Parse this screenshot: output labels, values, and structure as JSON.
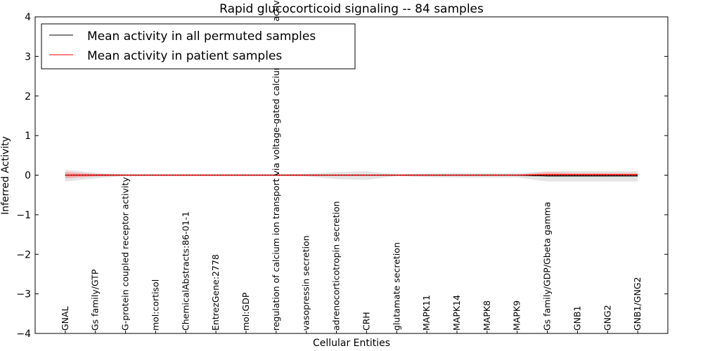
{
  "chart_data": {
    "type": "line",
    "title": "Rapid glucocorticoid signaling -- 84 samples",
    "xlabel": "Cellular Entities",
    "ylabel": "Inferred Activity",
    "ylim": [
      -4,
      4
    ],
    "xlim": [
      -1,
      20
    ],
    "yticks": [
      "4",
      "3",
      "2",
      "1",
      "0",
      "−1",
      "−2",
      "−3",
      "−4"
    ],
    "grid": false,
    "legend_position": "top-left",
    "categories": [
      "GNAL",
      "Gs family/GTP",
      "G-protein coupled receptor activity",
      "mol:cortisol",
      "ChemicalAbstracts:86-01-1",
      "EntrezGene:2778",
      "mol:GDP",
      "regulation of calcium ion transport via voltage-gated calcium channel activity",
      "vasopressin secretion",
      "adrenocorticotropin secretion",
      "CRH",
      "glutamate secretion",
      "MAPK11",
      "MAPK14",
      "MAPK8",
      "MAPK9",
      "Gs family/GDP/Gbeta gamma",
      "GNB1",
      "GNG2",
      "GNB1/GNG2"
    ],
    "series": [
      {
        "name": "Mean activity in all permuted samples",
        "color": "#000000",
        "values": [
          0,
          0,
          0,
          0,
          0,
          0,
          0,
          0,
          0,
          0,
          0,
          0,
          0,
          0,
          0,
          0,
          -0.02,
          -0.02,
          -0.02,
          -0.02
        ],
        "band_low": [
          -0.16,
          -0.08,
          -0.02,
          -0.02,
          -0.02,
          -0.02,
          -0.02,
          -0.02,
          -0.03,
          -0.1,
          -0.12,
          -0.02,
          -0.05,
          -0.06,
          -0.06,
          -0.06,
          -0.16,
          -0.16,
          -0.16,
          -0.16
        ],
        "band_high": [
          0.14,
          0.06,
          0.02,
          0.02,
          0.02,
          0.02,
          0.02,
          0.02,
          0.03,
          0.08,
          0.1,
          0.02,
          0.04,
          0.05,
          0.05,
          0.05,
          0.1,
          0.1,
          0.1,
          0.1
        ],
        "band_color": "#e5e5e5"
      },
      {
        "name": "Mean activity in patient samples",
        "color": "#ff0000",
        "values": [
          0,
          0,
          0,
          0,
          0,
          0,
          0,
          0,
          0,
          0,
          0,
          0,
          0,
          0,
          0,
          0,
          0.01,
          0.01,
          0.01,
          0.01
        ],
        "band_low": [
          -0.08,
          -0.03,
          -0.01,
          -0.01,
          -0.01,
          -0.01,
          -0.01,
          -0.01,
          -0.01,
          -0.01,
          -0.01,
          -0.01,
          -0.01,
          -0.01,
          -0.01,
          -0.01,
          -0.02,
          -0.02,
          -0.02,
          -0.02
        ],
        "band_high": [
          0.08,
          0.03,
          0.01,
          0.01,
          0.01,
          0.01,
          0.01,
          0.01,
          0.01,
          0.01,
          0.01,
          0.01,
          0.01,
          0.01,
          0.01,
          0.01,
          0.07,
          0.05,
          0.05,
          0.05
        ],
        "band_color": "#f7a0a0"
      }
    ]
  }
}
